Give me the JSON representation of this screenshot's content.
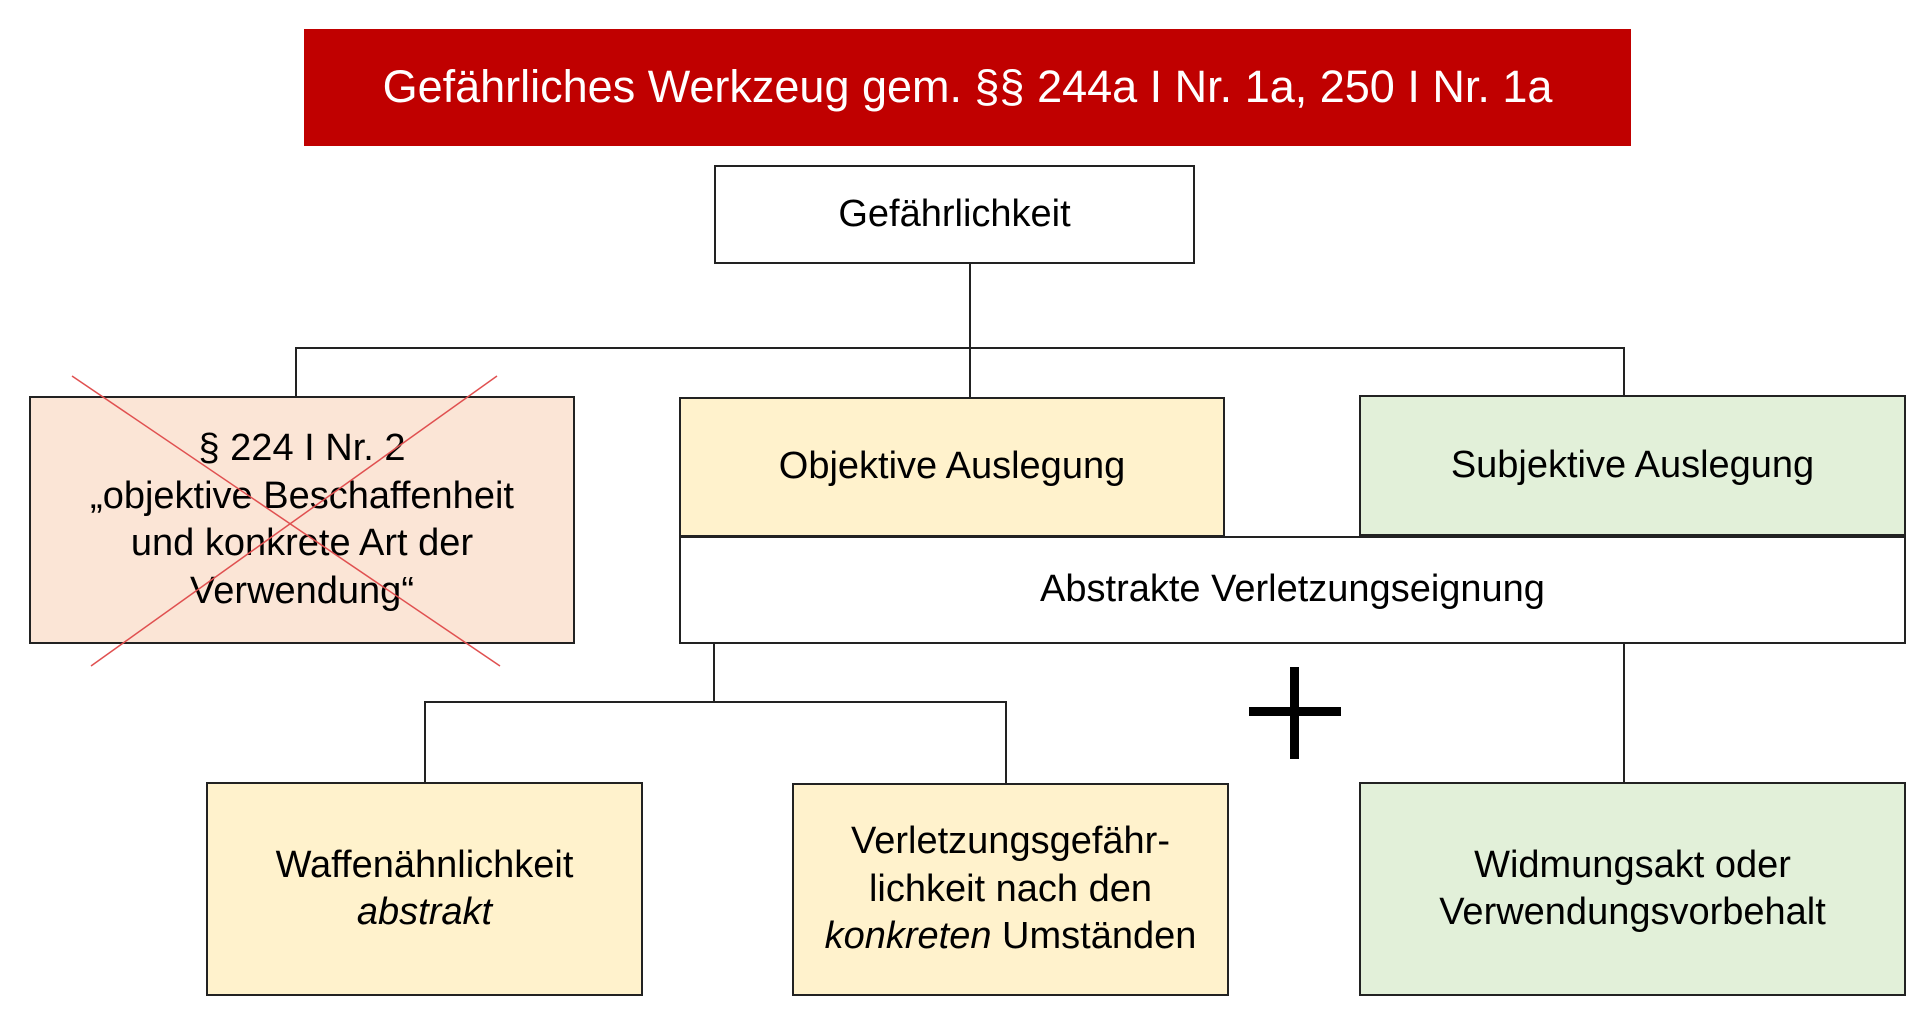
{
  "colors": {
    "title_bg": "#C00000",
    "title_text": "#FFFFFF",
    "red_box": "#FBE5D6",
    "yellow_box": "#FFF2CC",
    "green_box": "#E2F0D9",
    "white_box": "#FFFFFF",
    "strike": "#E05050"
  },
  "title": "Gefährliches Werkzeug gem. §§ 244a I Nr. 1a, 250 I Nr. 1a",
  "nodes": {
    "gefaehrlichkeit": "Gefährlichkeit",
    "p224": {
      "line1": "§ 224 I Nr. 2",
      "line2": "„objektive Beschaffenheit",
      "line3": "und konkrete Art der",
      "line4": "Verwendung“"
    },
    "objektiv": "Objektive Auslegung",
    "subjektiv": "Subjektive Auslegung",
    "abstrakt_verletzung": "Abstrakte Verletzungseignung",
    "waffen": {
      "line1": "Waffenähnlichkeit",
      "line2": "abstrakt"
    },
    "verletzung": {
      "line1": "Verletzungsgefähr-",
      "line2": "lichkeit nach den",
      "line3_italic": "konkreten",
      "line3_rest": " Umständen"
    },
    "widmung": {
      "line1": "Widmungsakt oder",
      "line2": "Verwendungsvorbehalt"
    }
  },
  "plus_symbol": "+"
}
